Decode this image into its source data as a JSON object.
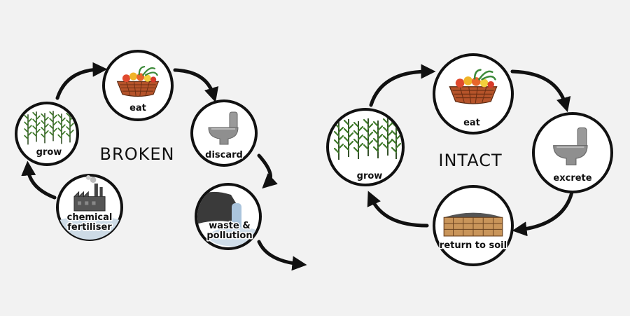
{
  "broken": {
    "title": "BROKEN",
    "nodes": {
      "eat": "eat",
      "discard": "discard",
      "waste": [
        "waste &",
        "pollution"
      ],
      "fertiliser": [
        "chemical",
        "fertiliser"
      ],
      "grow": "grow"
    }
  },
  "intact": {
    "title": "INTACT",
    "nodes": {
      "eat": "eat",
      "excrete": "excrete",
      "soil": "return to soil",
      "grow": "grow"
    }
  }
}
